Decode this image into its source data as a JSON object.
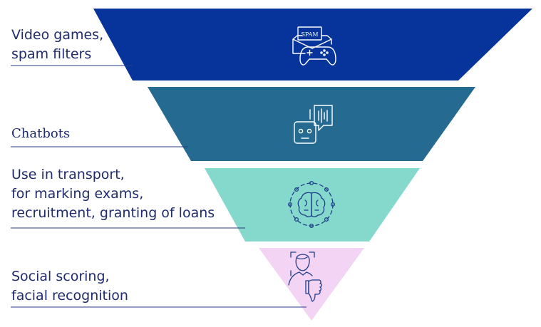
{
  "colors": {
    "level1": "#06349b",
    "level2": "#256b91",
    "level3": "#85d8cc",
    "level4": "#f3d4f5",
    "text": "#1f2b6b",
    "line": "#2a3a8a"
  },
  "levels": [
    {
      "lines": [
        "Video games,",
        "spam filters"
      ],
      "icon": "spam-envelope-gamepad-icon",
      "icon_text": "SPAM"
    },
    {
      "lines": [
        "Chatbots"
      ],
      "icon": "chatbot-speech-icon"
    },
    {
      "lines": [
        "Use in transport,",
        "for marking exams,",
        "recruitment, granting of loans"
      ],
      "icon": "ai-brain-network-icon"
    },
    {
      "lines": [
        "Social scoring,",
        "facial recognition"
      ],
      "icon": "face-scan-thumbs-down-icon"
    }
  ]
}
